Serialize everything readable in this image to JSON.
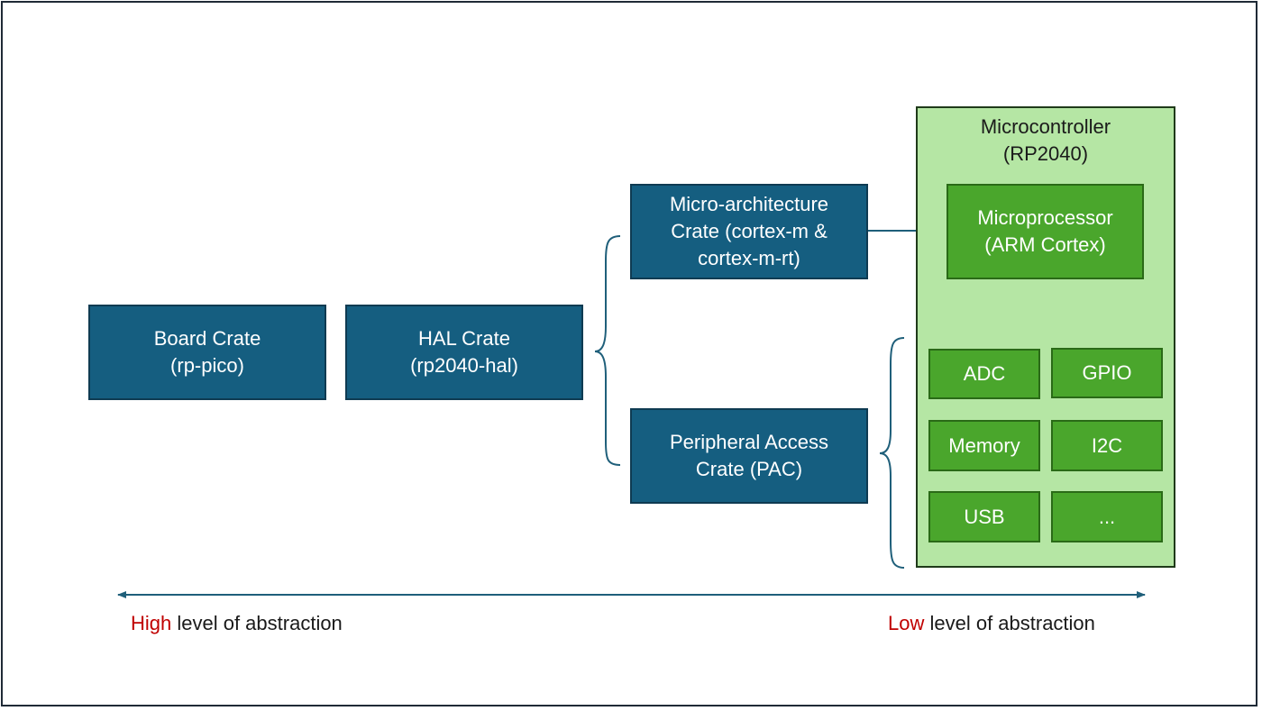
{
  "board_crate": {
    "line1": "Board Crate",
    "line2": "(rp-pico)"
  },
  "hal_crate": {
    "line1": "HAL Crate",
    "line2": "(rp2040-hal)"
  },
  "micro_arch_crate": {
    "line1": "Micro-architecture",
    "line2": "Crate (cortex-m &",
    "line3": "cortex-m-rt)"
  },
  "pac_crate": {
    "line1": "Peripheral Access",
    "line2": "Crate (PAC)"
  },
  "microcontroller": {
    "title_line1": "Microcontroller",
    "title_line2": "(RP2040)",
    "microprocessor": {
      "line1": "Microprocessor",
      "line2": "(ARM Cortex)"
    },
    "peripherals": [
      "ADC",
      "GPIO",
      "Memory",
      "I2C",
      "USB",
      "..."
    ]
  },
  "legend": {
    "high_word": "High",
    "high_rest": " level of abstraction",
    "low_word": "Low",
    "low_rest": " level of abstraction"
  },
  "colors": {
    "crate_blue": "#155e80",
    "mcu_green_light": "#b5e6a4",
    "component_green": "#4aa62c",
    "line_color": "#1f5f7a",
    "emphasis_red": "#c00000"
  }
}
